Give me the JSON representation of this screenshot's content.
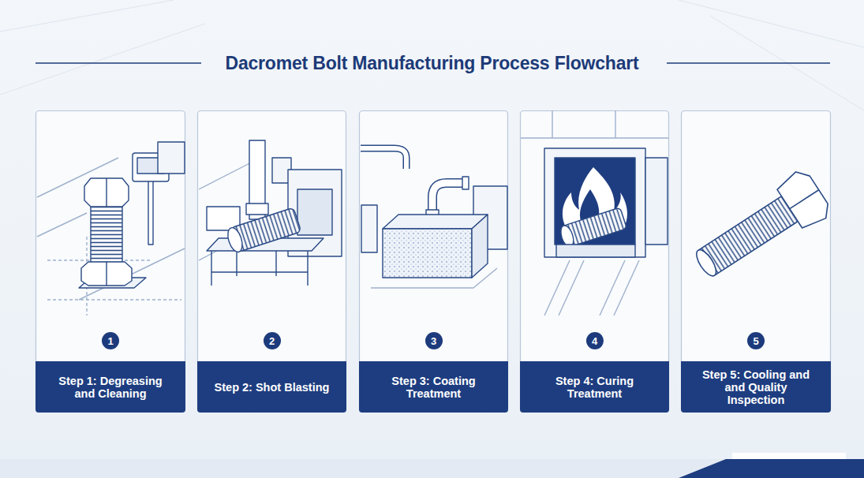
{
  "diagram": {
    "title": "Dacromet Bolt Manufacturing Process Flowchart",
    "nodes": [
      {
        "text": [
          "1"
        ]
      },
      {
        "text": [
          "Step 1: Degreasing and Cleaning"
        ]
      },
      {
        "text": [
          "2"
        ]
      },
      {
        "text": [
          "Step 2: Shot Blasting"
        ]
      },
      {
        "text": [
          "3"
        ]
      },
      {
        "text": [
          "Step 3: Coating Treatment"
        ]
      },
      {
        "text": [
          "4"
        ]
      },
      {
        "text": [
          "Step 4: Curing Treatment"
        ]
      },
      {
        "text": [
          "5"
        ]
      },
      {
        "text": [
          "Step 5: Cooling and and Quality Inspection"
        ]
      }
    ]
  }
}
